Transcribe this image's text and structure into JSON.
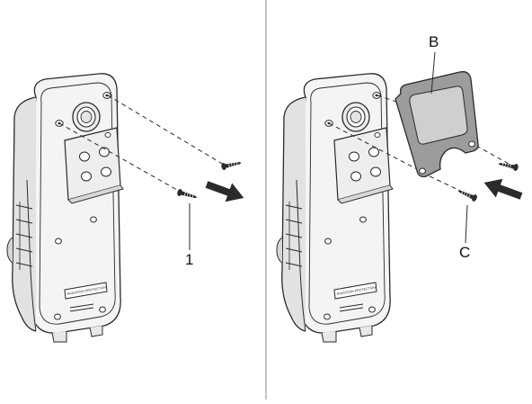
{
  "figure": {
    "left_panel": {
      "callouts": [
        {
          "label": "1"
        }
      ]
    },
    "right_panel": {
      "callouts": [
        {
          "label": "B"
        },
        {
          "label": "C"
        }
      ]
    },
    "device_badge_text": "RADIATION PROTECTION",
    "colors": {
      "line": "#2a2a2a",
      "device_fill": "#f4f4f4",
      "device_shade": "#e2e2e2",
      "gasket_fill": "#9c9c9c",
      "window_fill": "#cfcfcf",
      "arrow_fill": "#2b2b2b",
      "divider": "#8a8a8a"
    }
  }
}
